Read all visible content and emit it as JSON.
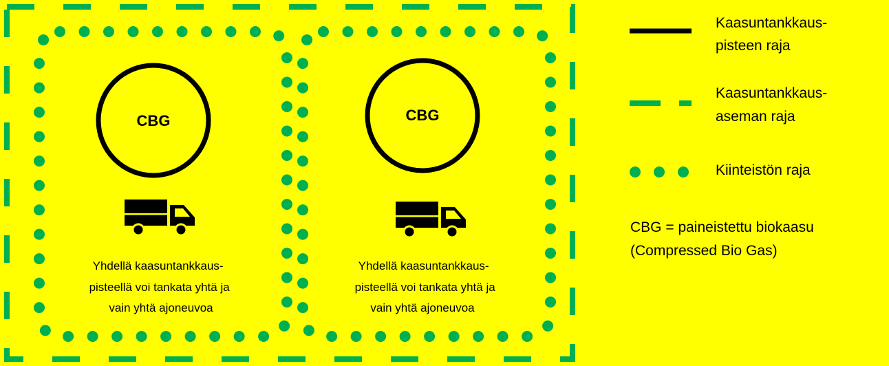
{
  "colors": {
    "background": "#ffff00",
    "green": "#00b050",
    "black": "#000000"
  },
  "stations": [
    {
      "circle_label": "CBG",
      "icon": "truck-icon",
      "caption_lines": [
        "Yhdellä kaasuntankkaus-",
        "pisteellä voi tankata yhtä ja",
        "vain yhtä ajoneuvoa"
      ]
    },
    {
      "circle_label": "CBG",
      "icon": "truck-icon",
      "caption_lines": [
        "Yhdellä kaasuntankkaus-",
        "pisteellä voi tankata yhtä ja",
        "vain yhtä ajoneuvoa"
      ]
    }
  ],
  "legend": {
    "items": [
      {
        "symbol": "solid-line",
        "lines": [
          "Kaasuntankkaus-",
          "pisteen raja"
        ]
      },
      {
        "symbol": "dashed-line",
        "lines": [
          "Kaasuntankkaus-",
          "aseman raja"
        ]
      },
      {
        "symbol": "dotted-line",
        "lines": [
          "Kiinteistön raja"
        ]
      }
    ],
    "note_lines": [
      "CBG = paineistettu biokaasu",
      "(Compressed Bio Gas)"
    ]
  }
}
